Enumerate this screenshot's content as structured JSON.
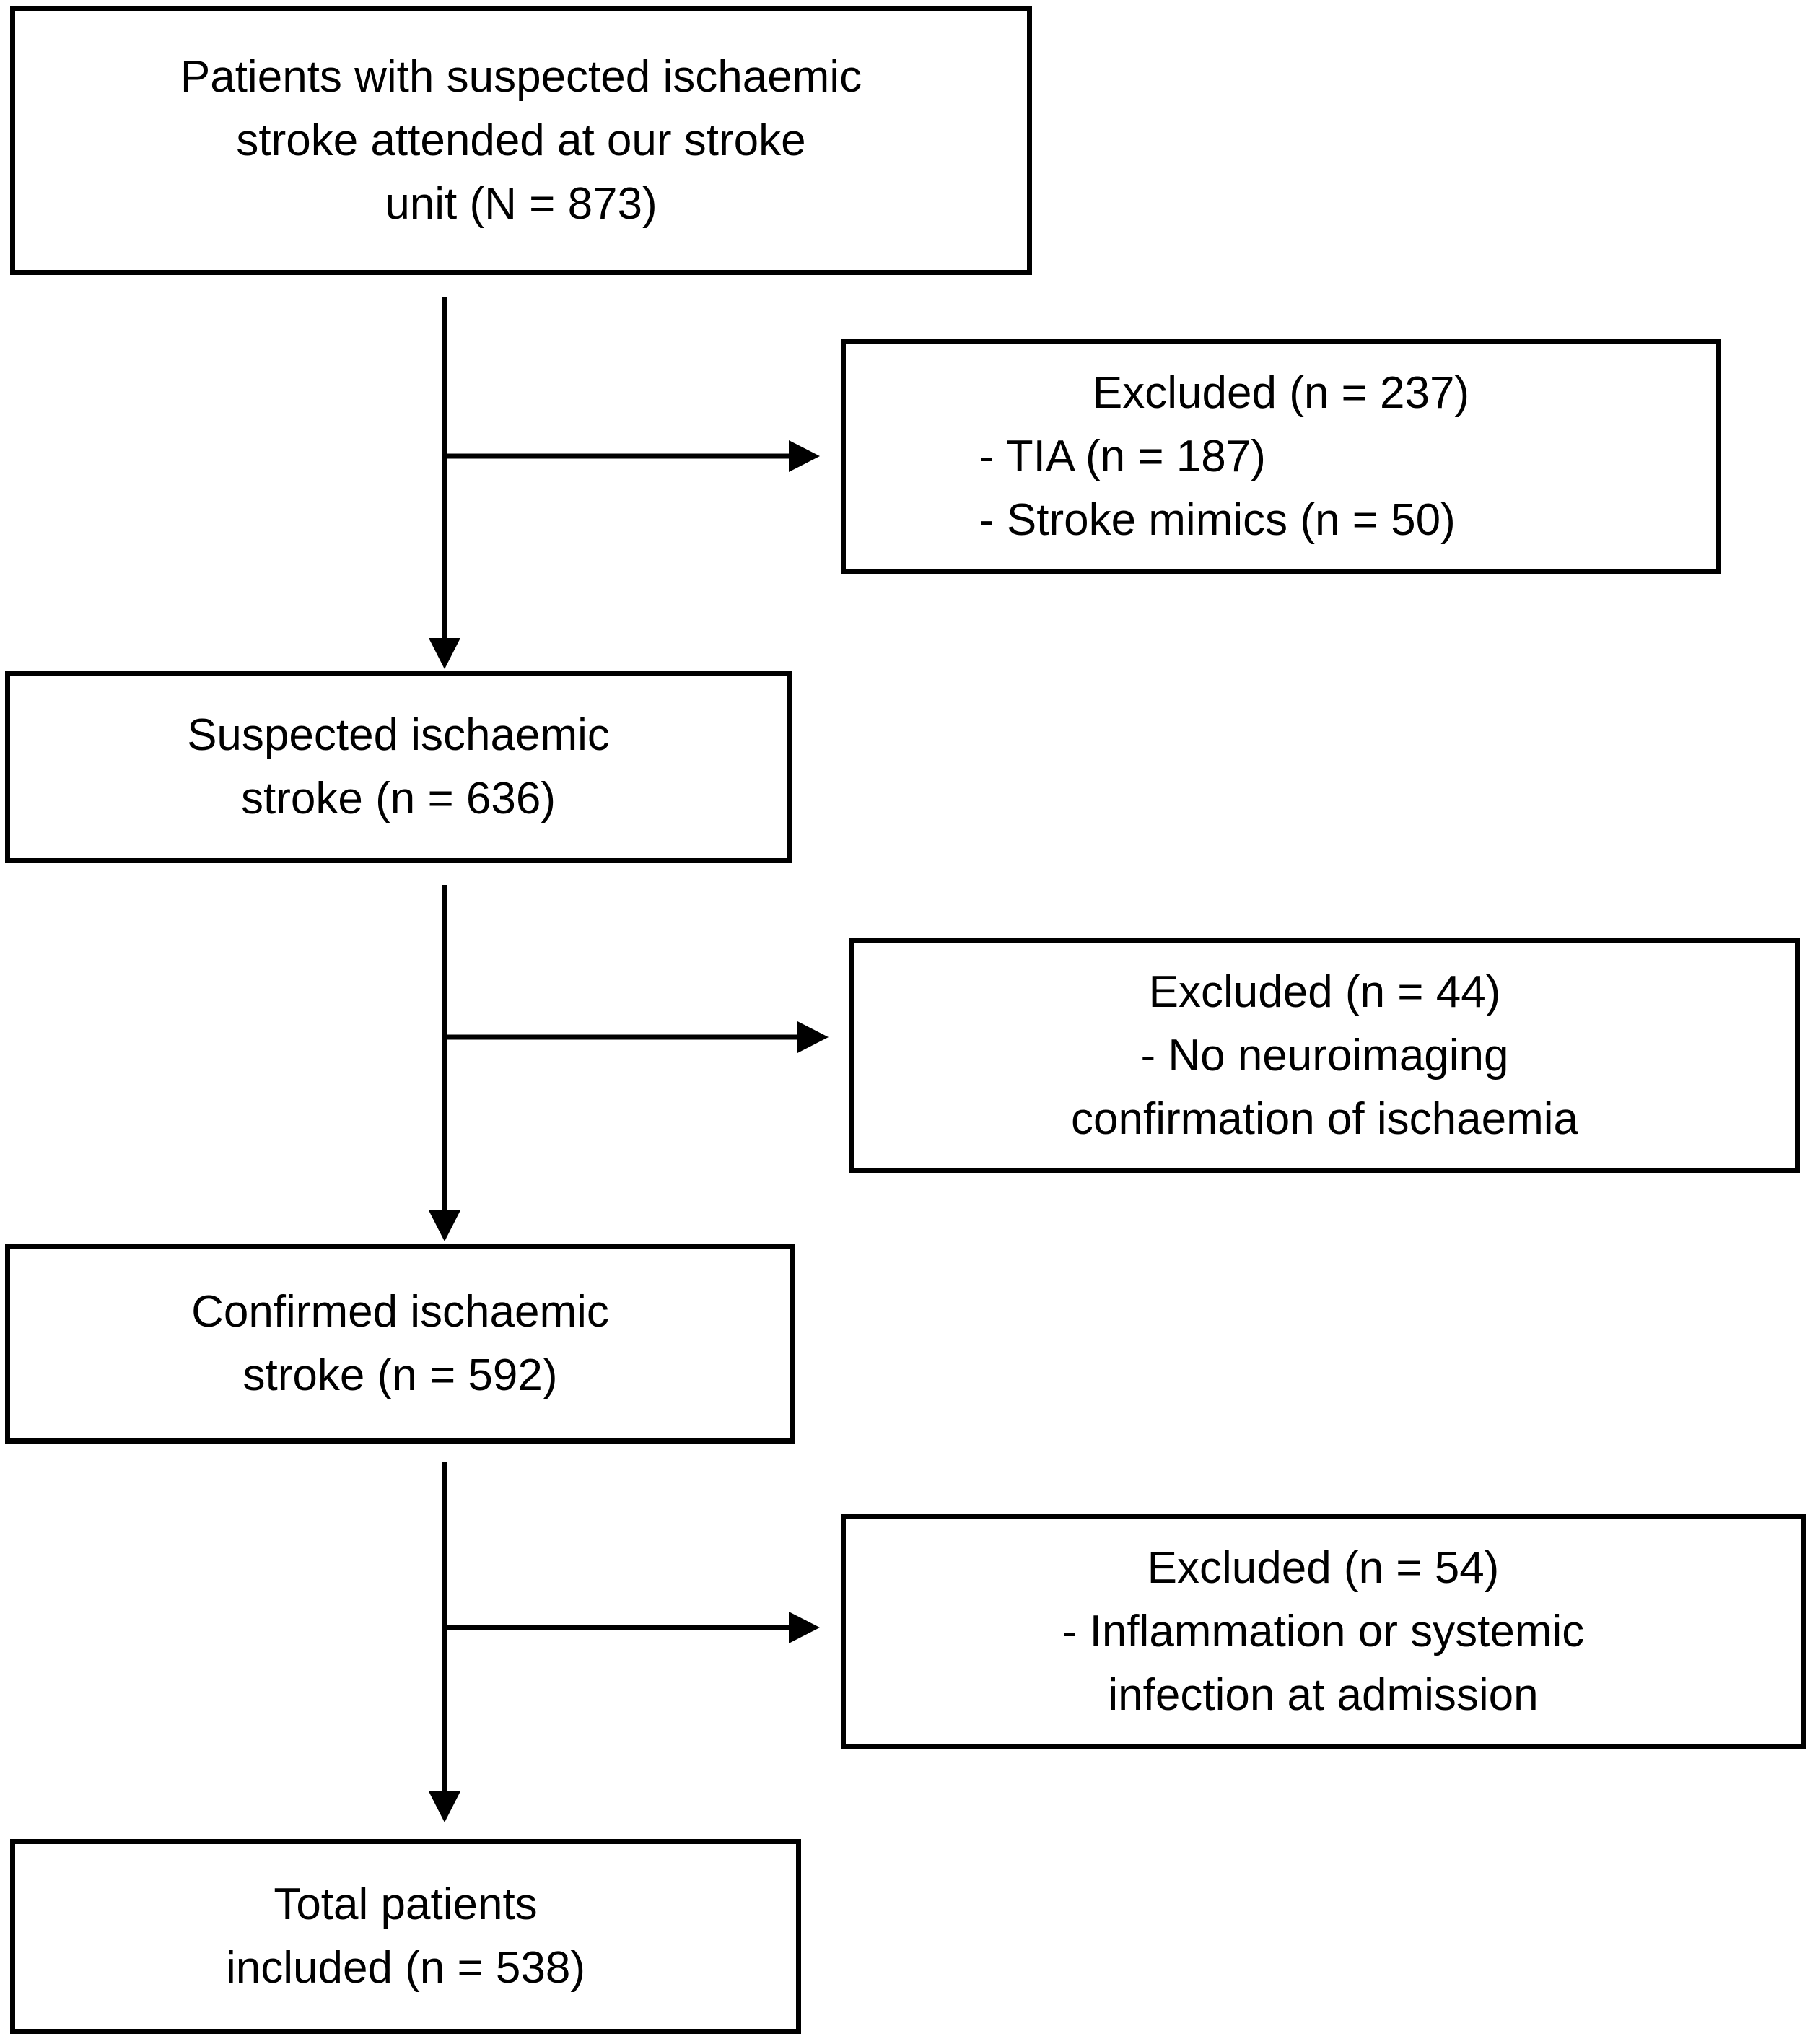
{
  "diagram": {
    "type": "flowchart",
    "description": "Patient inclusion flow diagram for ischaemic stroke study",
    "background_color": "#ffffff",
    "line_color": "#000000",
    "nodes": [
      {
        "id": "enrolled",
        "lines": [
          "Patients with suspected ischaemic",
          "stroke attended at our stroke",
          "unit (N = 873)"
        ]
      },
      {
        "id": "excluded-1",
        "title": "Excluded (n = 237)",
        "bullets": [
          "- TIA (n = 187)",
          "- Stroke mimics (n = 50)"
        ]
      },
      {
        "id": "suspected",
        "lines": [
          "Suspected ischaemic",
          "stroke (n = 636)"
        ]
      },
      {
        "id": "excluded-2",
        "title": "Excluded (n = 44)",
        "bullets": [
          "- No neuroimaging",
          "confirmation of ischaemia"
        ]
      },
      {
        "id": "confirmed",
        "lines": [
          "Confirmed ischaemic",
          "stroke (n = 592)"
        ]
      },
      {
        "id": "excluded-3",
        "title": "Excluded (n = 54)",
        "bullets": [
          "- Inflammation or systemic",
          "infection at admission"
        ]
      },
      {
        "id": "total",
        "lines": [
          "Total patients",
          "included (n = 538)"
        ]
      }
    ]
  }
}
